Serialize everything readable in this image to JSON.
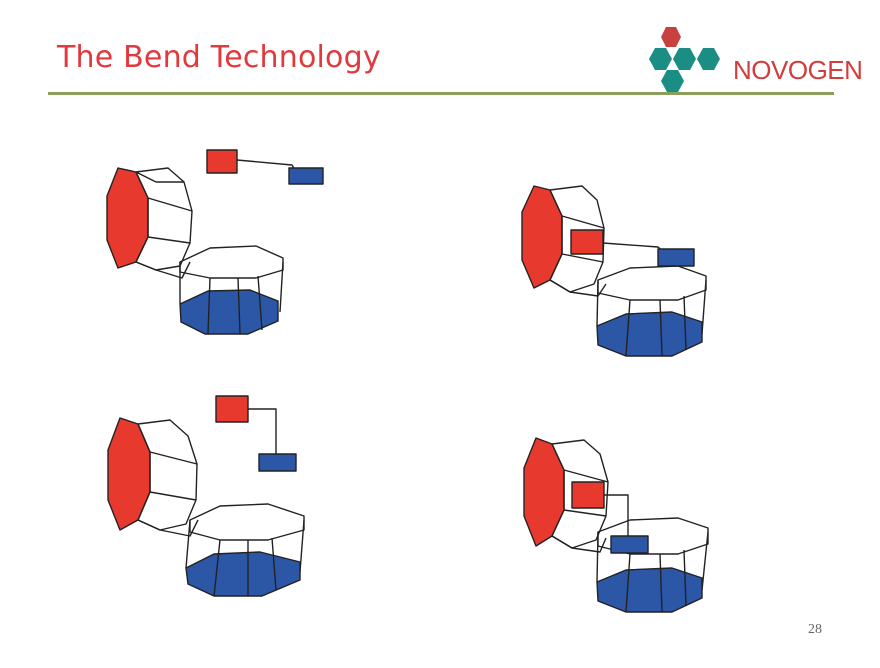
{
  "slide": {
    "title": "The Bend Technology",
    "logo_text": "NOVOGEN",
    "page_number": "28"
  },
  "colors": {
    "title": "#e0393e",
    "rule": "#8aa05a",
    "red_face": "#e8392f",
    "blue_face": "#2c56a6",
    "logo_red": "#c9413f",
    "logo_teal": "#1a8e84",
    "logo_text": "#d23c3c"
  },
  "icons": [
    "hexagon-cluster-logo",
    "red-square-marker",
    "blue-rectangle-marker"
  ],
  "panels": [
    {
      "name": "top-left"
    },
    {
      "name": "top-right"
    },
    {
      "name": "bottom-left"
    },
    {
      "name": "bottom-right"
    }
  ]
}
